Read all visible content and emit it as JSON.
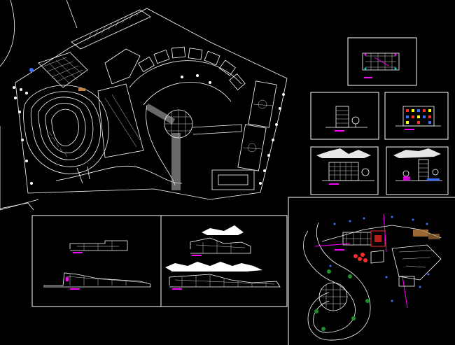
{
  "drawing": {
    "background": "#000000",
    "line_color": "#ffffff",
    "accent_colors": [
      "#ff00ff",
      "#ff2a2a",
      "#3b6cff",
      "#ffff00",
      "#00c8c8",
      "#1e8f2a",
      "#c08040"
    ]
  },
  "sheets": [
    {
      "id": "site-master-plan"
    },
    {
      "id": "floor-plan-thumbnail"
    },
    {
      "id": "elevation-block-a"
    },
    {
      "id": "elevation-block-b"
    },
    {
      "id": "elevation-block-c"
    },
    {
      "id": "elevation-block-d"
    },
    {
      "id": "long-section-left"
    },
    {
      "id": "long-section-right"
    },
    {
      "id": "detail-plan"
    }
  ]
}
